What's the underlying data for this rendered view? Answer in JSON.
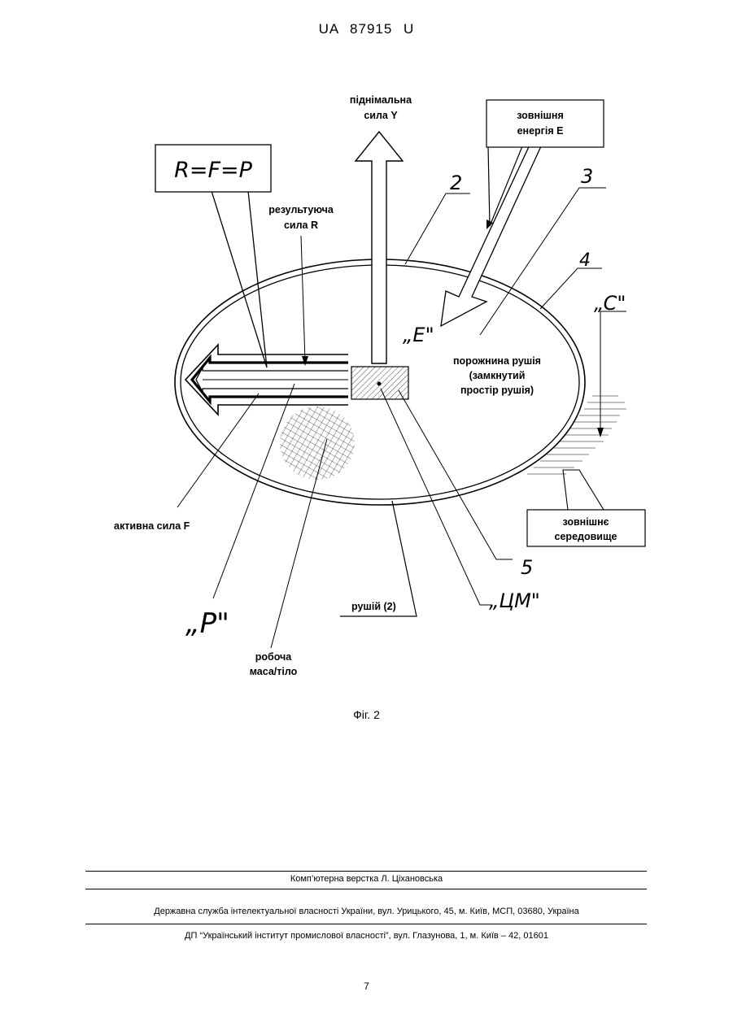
{
  "header": {
    "doc_number": "UA   87915   U"
  },
  "figure": {
    "formula": "R=F=P",
    "lift_force": [
      "піднімальна",
      "сила Y"
    ],
    "external_energy": [
      "зовнішня",
      "енергія E"
    ],
    "resultant_force": [
      "результуюча",
      "сила R"
    ],
    "cavity": [
      "порожнина рушія",
      "(замкнутий",
      "простір рушія)"
    ],
    "active_force": "активна сила F",
    "external_medium": [
      "зовнішнє",
      "середовище"
    ],
    "propulsor": "рушій (2)",
    "working_mass": [
      "робоча",
      "маса/тіло"
    ],
    "marks": {
      "n2": "2",
      "n3": "3",
      "n4": "4",
      "n5": "5",
      "E": "„E\"",
      "C": "„C\"",
      "P": "„P\"",
      "CM": "„ЦМ\""
    },
    "caption": "Фіг. 2"
  },
  "footer": {
    "layout_credit": "Комп’ютерна верстка Л. Ціхановська",
    "agency": "Державна служба інтелектуальної власності України, вул. Урицького, 45, м. Київ, МСП, 03680, Україна",
    "institute": "ДП “Український інститут промислової власності”, вул. Глазунова, 1, м. Київ – 42, 01601"
  },
  "page_number": "7"
}
